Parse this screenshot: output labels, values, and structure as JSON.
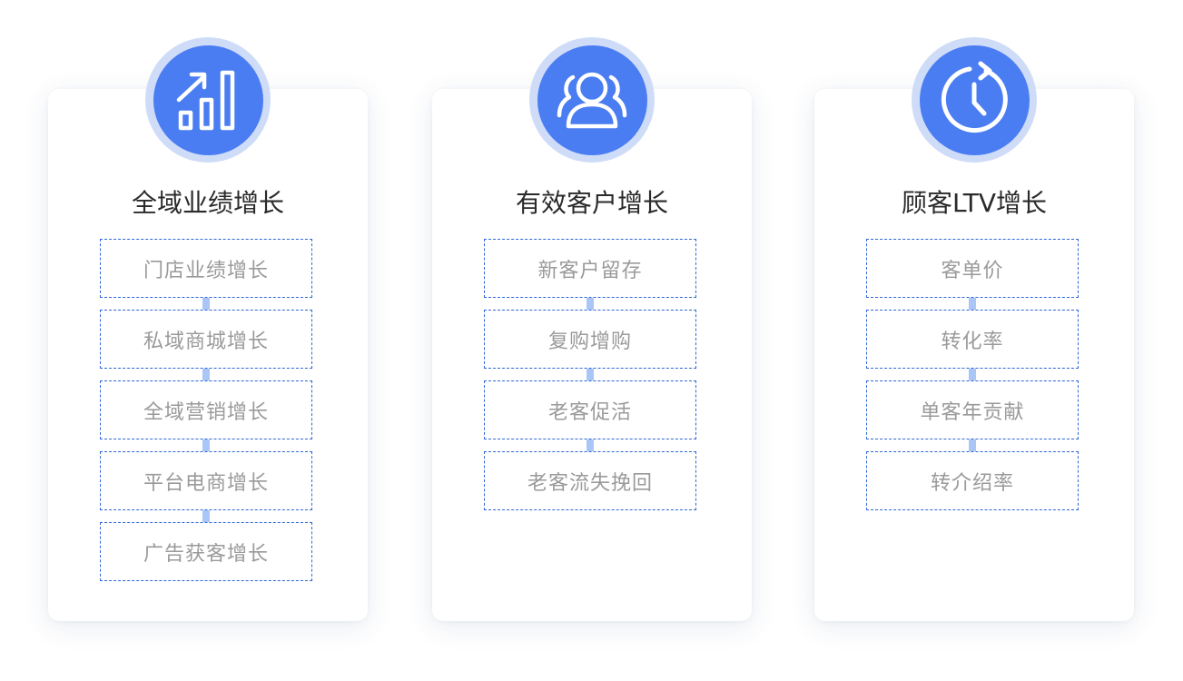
{
  "cards": [
    {
      "icon": "growth-chart-icon",
      "title": "全域业绩增长",
      "items": [
        "门店业绩增长",
        "私域商城增长",
        "全域营销增长",
        "平台电商增长",
        "广告获客增长"
      ]
    },
    {
      "icon": "users-group-icon",
      "title": "有效客户增长",
      "items": [
        "新客户留存",
        "复购增购",
        "老客促活",
        "老客流失挽回"
      ]
    },
    {
      "icon": "clock-refresh-icon",
      "title": "顾客LTV增长",
      "items": [
        "客单价",
        "转化率",
        "单客年贡献",
        "转介绍率"
      ]
    }
  ],
  "colors": {
    "accent": "#4b7df2",
    "accent_ring": "#cfdcf8",
    "dashed_border": "#2f66d8",
    "connector": "#a9c6f6",
    "item_text": "#9a9a9a",
    "title_text": "#2a2a2a"
  }
}
